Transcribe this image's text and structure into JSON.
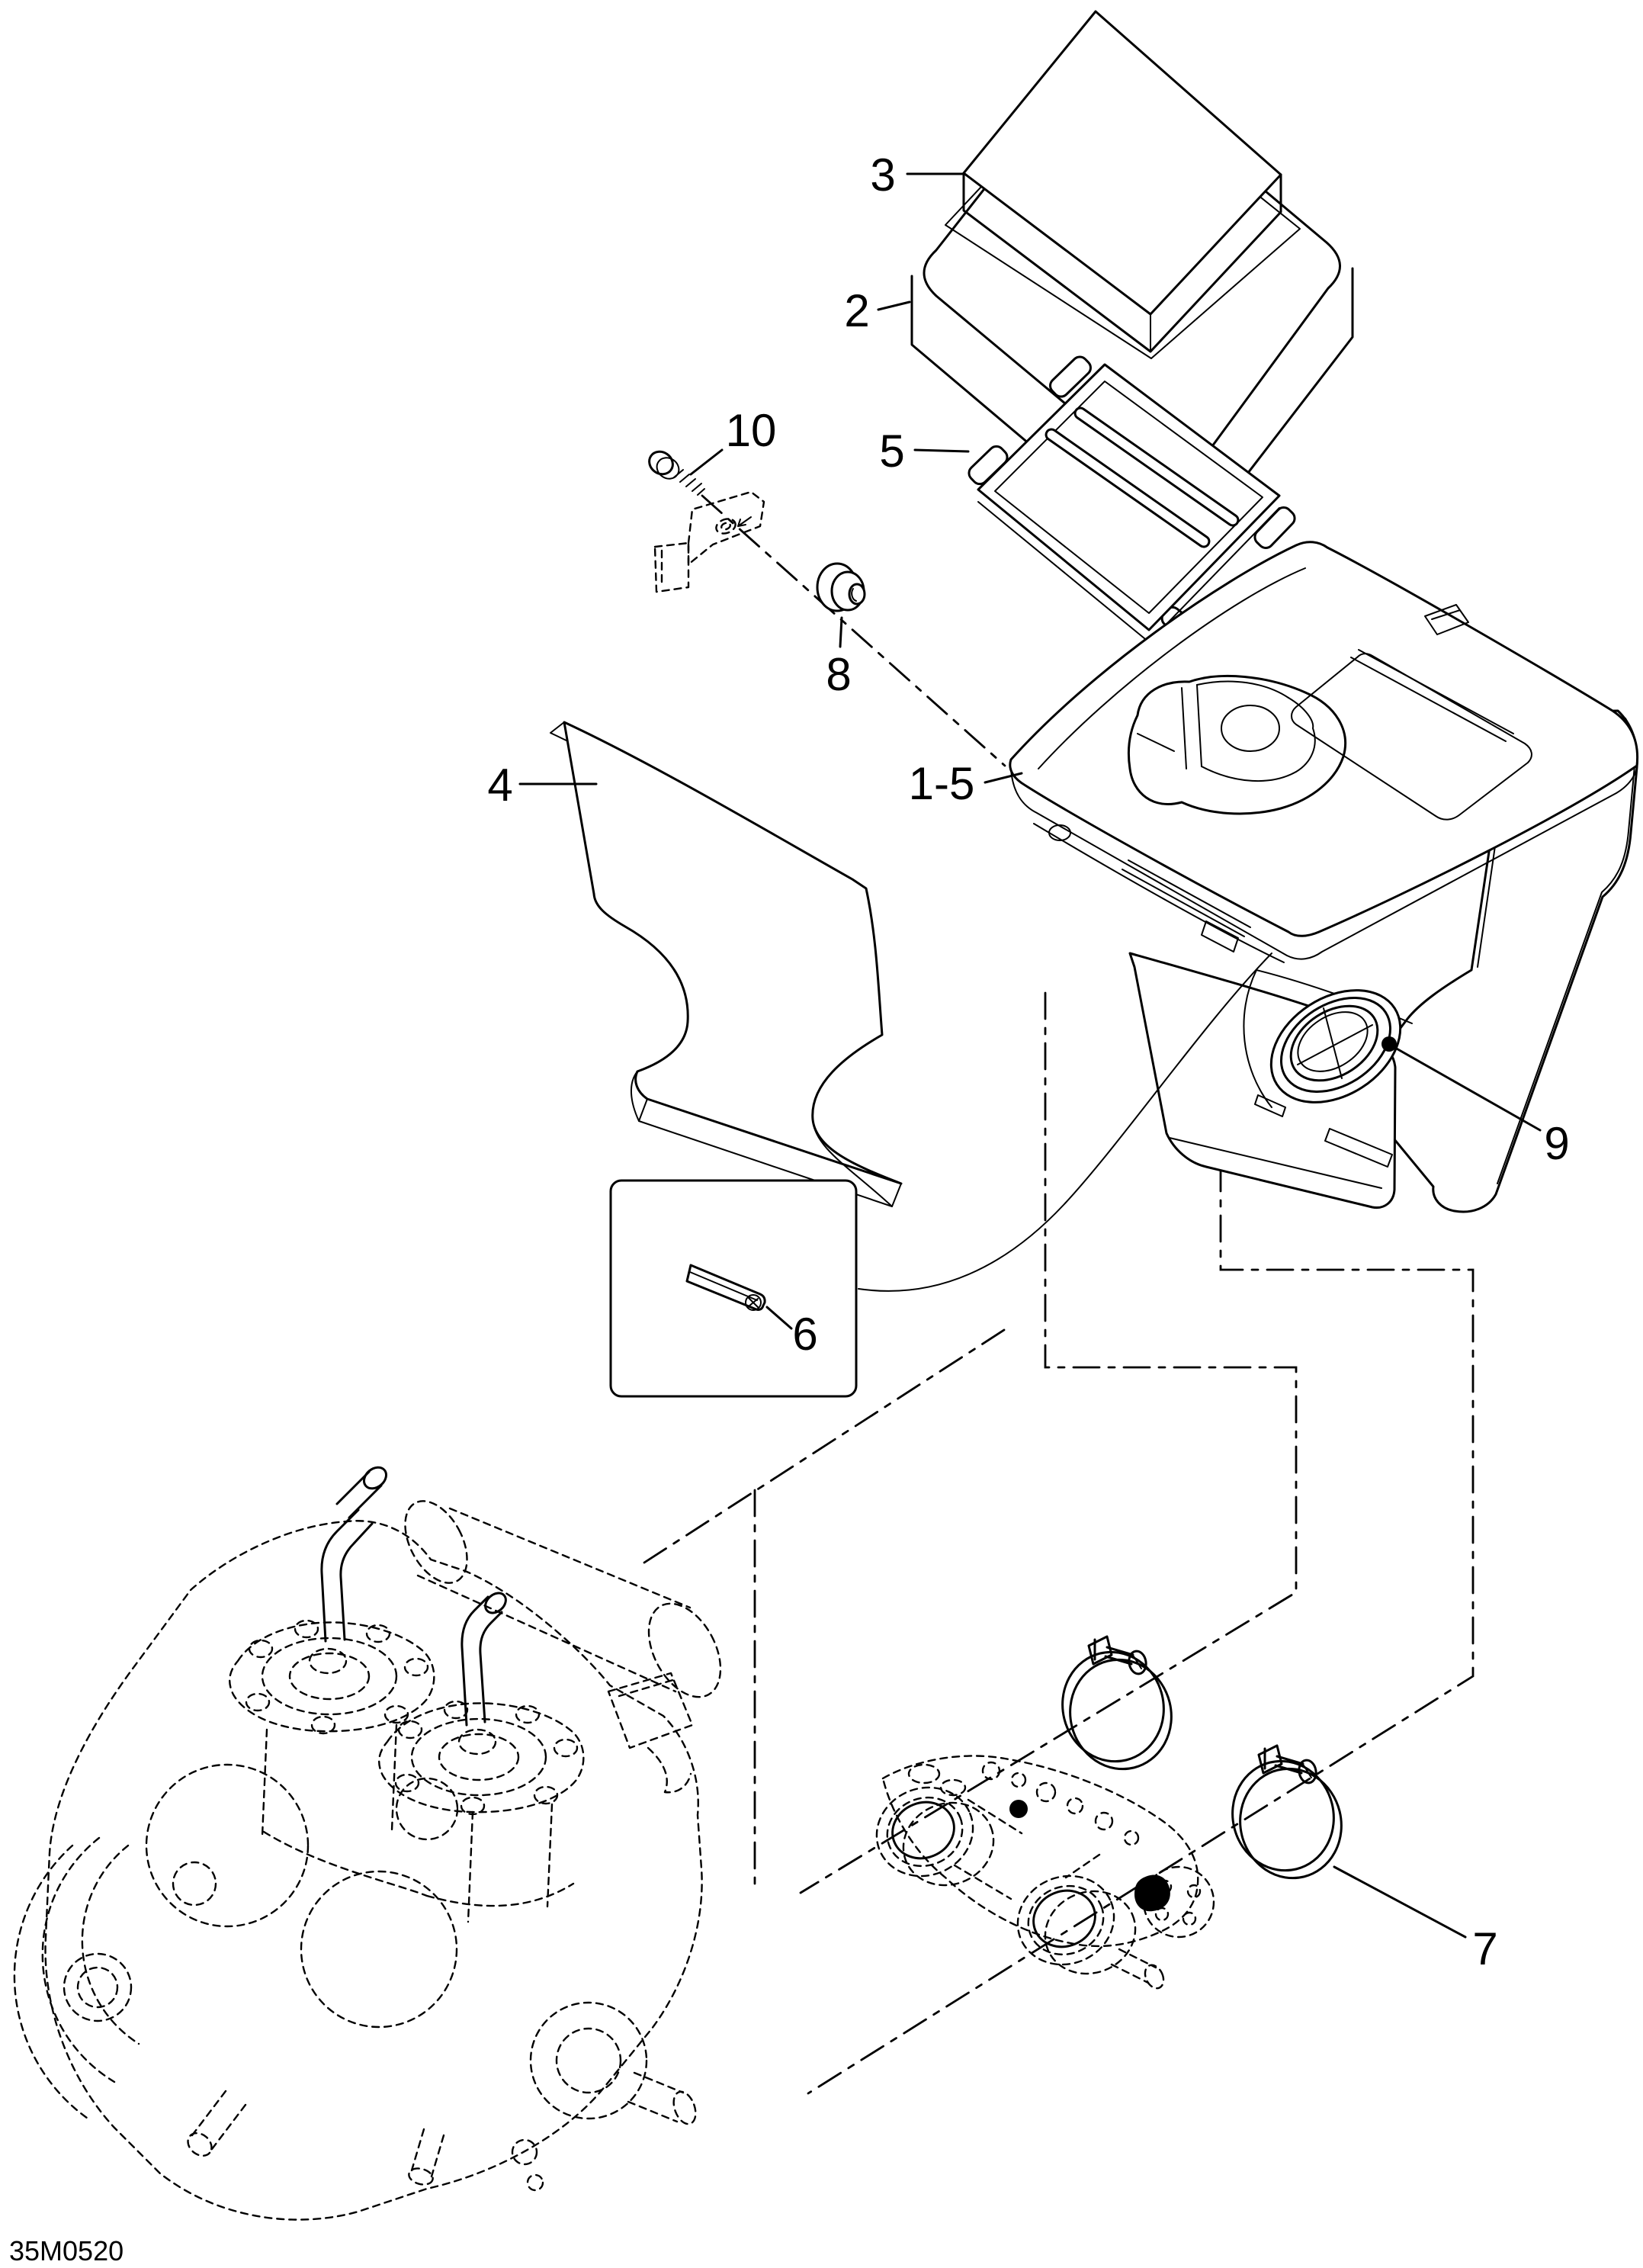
{
  "diagram": {
    "kind": "exploded-parts-line-drawing",
    "subject": "air intake silencer assembly with engine and throttle bodies",
    "background_color": "#ffffff",
    "line_color": "#000000",
    "sheet_code": "35M0520",
    "callouts": {
      "part2": "2",
      "part3": "3",
      "part4": "4",
      "part5": "5",
      "part6": "6",
      "part7": "7",
      "part8": "8",
      "part9": "9",
      "part10": "10",
      "assembly": "1-5"
    }
  }
}
